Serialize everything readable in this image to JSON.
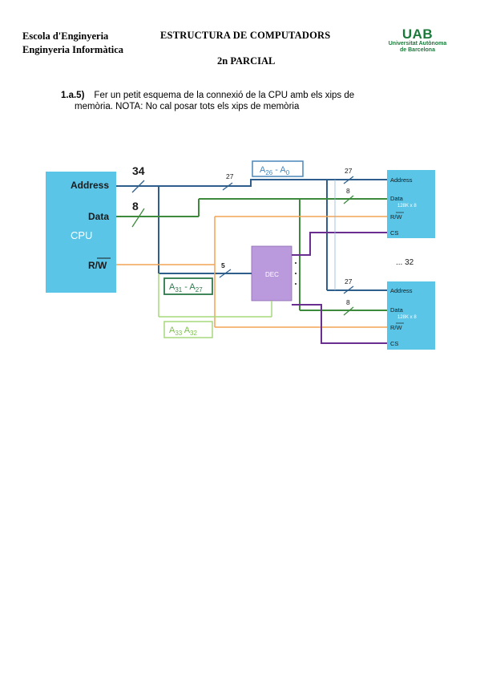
{
  "header": {
    "school_line1": "Escola d'Enginyeria",
    "school_line2": "Enginyeria Informàtica",
    "course": "ESTRUCTURA DE COMPUTADORS",
    "exam": "2n PARCIAL",
    "logo_mark": "UAB",
    "logo_line1": "Universitat Autònoma",
    "logo_line2": "de Barcelona"
  },
  "question": {
    "number": "1.a.5)",
    "line1": "Fer un petit esquema de la connexió de la CPU amb els xips de",
    "line2": "memòria. NOTA: No cal posar tots els xips de memòria"
  },
  "diagram": {
    "cpu": {
      "label": "CPU",
      "address_label": "Address",
      "data_label": "Data",
      "rw_label": "R/W",
      "address_width": "34",
      "data_width": "8"
    },
    "bus_labels": {
      "low_address": {
        "main": "A",
        "sub1": "26",
        "sep": " - A",
        "sub2": "0"
      },
      "high_address": {
        "main": "A",
        "sub1": "31",
        "sep": " - A",
        "sub2": "27"
      },
      "top_address": {
        "main": "A",
        "sub1": "33",
        "sep": "  A",
        "sub2": "32"
      }
    },
    "widths": {
      "chip_address": "27",
      "chip_data": "8",
      "decoder_input": "5"
    },
    "decoder": {
      "label": "DEC"
    },
    "chip_count_label": "... 32",
    "chips": [
      {
        "address": "Address",
        "data": "Data",
        "size": "128K x 8",
        "rw": "R/W",
        "cs": "CS"
      },
      {
        "address": "Address",
        "data": "Data",
        "size": "128K x 8",
        "rw": "R/W",
        "cs": "CS"
      }
    ],
    "colors": {
      "address_bus": "#2e5f8c",
      "data_bus": "#3d8a3d",
      "rw_line": "#f2a456",
      "cs_line": "#6a2d90",
      "high_bits": "#a7d87c",
      "block_fill": "#5bc5e8",
      "decoder_fill": "#bb99dd",
      "label_box_blue": "#4a86b8",
      "label_box_green": "#2d7a4a"
    }
  }
}
